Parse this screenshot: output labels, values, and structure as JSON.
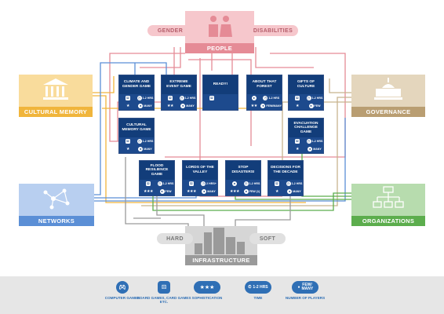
{
  "hubs": {
    "people": "PEOPLE",
    "cultural_memory": "CULTURAL MEMORY",
    "governance": "GOVERNANCE",
    "networks": "NETWORKS",
    "organizations": "ORGANIZATIONS",
    "infrastructure": "INFRASTRUCTURE"
  },
  "tags": {
    "gender": "GENDER",
    "disabilities": "DISABILITIES",
    "hard": "HARD",
    "soft": "SOFT"
  },
  "games": [
    {
      "title": "Climate and Gender Game",
      "type": "board",
      "time": "1-2 HRS",
      "players": "MANY",
      "stars": 1
    },
    {
      "title": "Extreme Event Game",
      "type": "board",
      "time": "1-2 HRS",
      "players": "MANY",
      "stars": 2
    },
    {
      "title": "Ready!",
      "type": "board",
      "time": "",
      "players": "",
      "stars": 0
    },
    {
      "title": "About That Forest",
      "type": "computer",
      "time": "1-2 HRS",
      "players": "FEW/MANY",
      "stars": 2
    },
    {
      "title": "Gifts of Culture",
      "type": "board",
      "time": "1-2 HRS",
      "players": "FEW",
      "stars": 1
    },
    {
      "title": "Cultural Memory Game",
      "type": "board",
      "time": "1-2 HRS",
      "players": "MANY",
      "stars": 1
    },
    {
      "title": "Evacuation Challenge Game",
      "type": "board",
      "time": "1-2 HRS",
      "players": "MANY",
      "stars": 1
    },
    {
      "title": "Flood Resilience Game",
      "type": "board",
      "time": "1-2 HRS",
      "players": "FEW",
      "stars": 3
    },
    {
      "title": "Lords of the Valley",
      "type": "board",
      "time": "2 HRS+",
      "players": "MANY",
      "stars": 3
    },
    {
      "title": "Stop Disasters!",
      "type": "computer",
      "time": "1-2 HRS",
      "players": "FEW (1)",
      "stars": 3
    },
    {
      "title": "Decisions for the Decade",
      "type": "board",
      "time": "1-2 HRS",
      "players": "MANY",
      "stars": 1
    }
  ],
  "legend": {
    "computer": "COMPUTER GAMES",
    "board": "BOARD GAMES, CARD GAMES ETC.",
    "sophistication": "SOPHISTICATION",
    "time": "TIME",
    "time_icon": "1-2 HRS",
    "players": "NUMBER OF PLAYERS",
    "players_icon": "FEW/ MANY",
    "stars_icon": "★★★"
  },
  "colors": {
    "people": "#e58b96",
    "cultural_memory": "#f0b53c",
    "governance": "#c8b38e",
    "networks": "#5b8fd6",
    "organizations": "#5cad4d",
    "infrastructure": "#9a9a9a",
    "card": "#123d7a"
  }
}
